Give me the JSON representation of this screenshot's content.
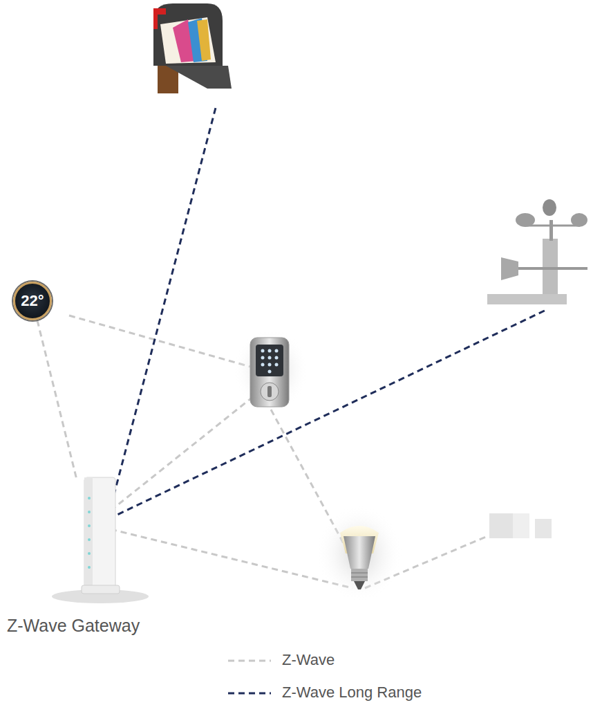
{
  "diagram": {
    "nodes": [
      {
        "text": [
          "22°"
        ]
      },
      {
        "text": [
          "Z-Wave Gateway"
        ]
      }
    ],
    "edges": [
      {
        "from": 0,
        "to": 1,
        "arrow": "none"
      }
    ],
    "legend": [
      {
        "text": "Z-Wave"
      },
      {
        "text": "Z-Wave Long Range"
      }
    ]
  }
}
